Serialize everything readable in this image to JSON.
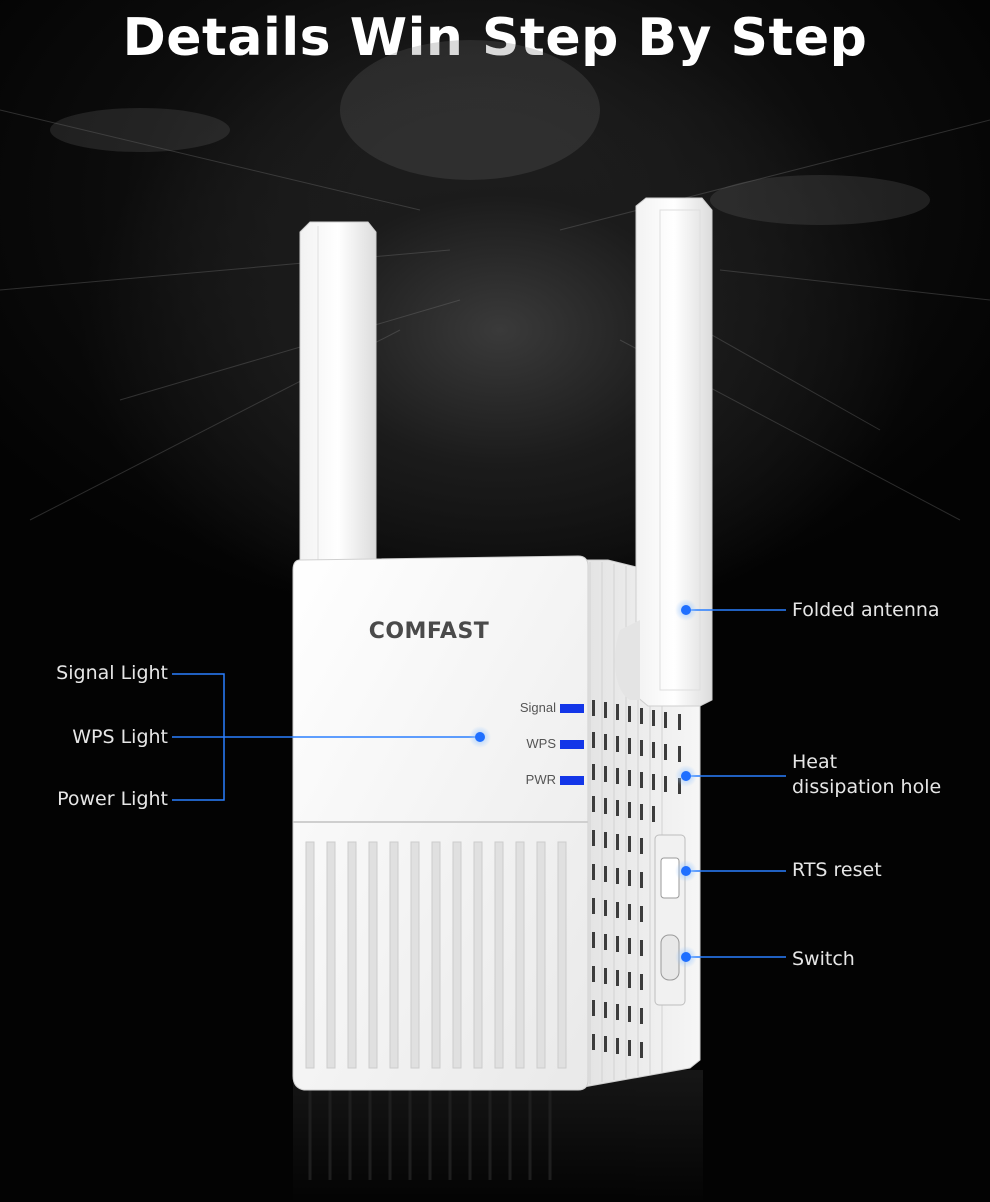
{
  "title": "Details Win Step By Step",
  "brand": "COMFAST",
  "device_leds": {
    "signal": "Signal",
    "wps": "WPS",
    "pwr": "PWR"
  },
  "callouts": {
    "left": [
      "Signal Light",
      "WPS Light",
      "Power Light"
    ],
    "folded_antenna": "Folded antenna",
    "heat_line1": "Heat",
    "heat_line2": "dissipation hole",
    "rts_reset": "RTS reset",
    "switch": "Switch"
  },
  "colors": {
    "accent_blue": "#2a7fff",
    "led_blue": "#1336e8",
    "background": "#050505",
    "device_white": "#f4f4f4"
  }
}
